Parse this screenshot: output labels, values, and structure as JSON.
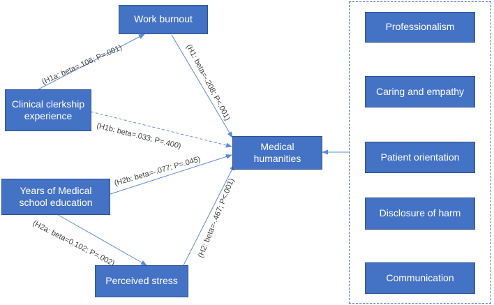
{
  "nodes": {
    "work_burnout": "Work burnout",
    "clinical_clerkship": "Clinical clerkship\nexperience",
    "medical_humanities": "Medical\nhumanities",
    "years_education": "Years of Medical\nschool education",
    "perceived_stress": "Perceived stress"
  },
  "dimensions": [
    "Professionalism",
    "Caring and empathy",
    "Patient orientation",
    "Disclosure of harm",
    "Communication"
  ],
  "edges": {
    "h1a": "(H1a: beta=.106; P=.001)",
    "h1": "(H1: beta=-.208; P<.001)",
    "h1b": "(H1b: beta=.033; P=.400)",
    "h2b": "(H2b: beta=-.077; P=.045)",
    "h2a": "(H2a: beta=0.102; P=.002)",
    "h2": "(H2: beta=-.467; P<.001)"
  },
  "colors": {
    "box_fill": "#4472C4",
    "box_border": "#2F528F",
    "arrow": "#5B8BD4",
    "label_text": "#404040"
  }
}
